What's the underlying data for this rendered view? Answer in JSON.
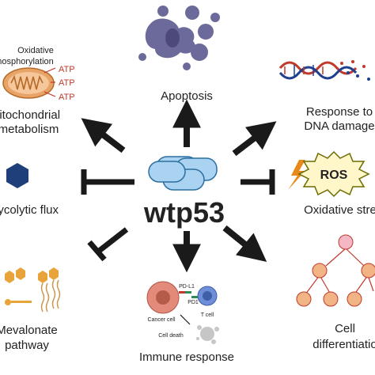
{
  "center": {
    "label": "wtp53"
  },
  "apoptosis": {
    "label": "Apoptosis"
  },
  "mito": {
    "line1": "Oxidative",
    "line2": "hosphorylation",
    "atp": [
      "ATP",
      "ATP",
      "ATP"
    ],
    "title1": "litochondrial",
    "title2": "metabolism"
  },
  "dna": {
    "line1": "Response to",
    "line2": "DNA damage"
  },
  "glyco": {
    "label": "lycolytic flux"
  },
  "oxidative": {
    "ros": "ROS",
    "label": "Oxidative stre"
  },
  "mevalonate": {
    "line1": "Mevalonate",
    "line2": "pathway"
  },
  "immune": {
    "label": "Immune response",
    "pdl1": "PD-L1",
    "pd1": "PD1",
    "cancer": "Cancer cell",
    "tcell": "T cell",
    "death": "Cell death"
  },
  "diff": {
    "line1": "Cell",
    "line2": "differentiatio"
  },
  "colors": {
    "arrow": "#1a1a1a",
    "apoptosis": "#6c6a9a",
    "mito": "#e8a467",
    "atp": "#c0392b",
    "dna_red": "#c0392b",
    "dna_blue": "#1f3f8f",
    "glyco": "#1e3f7a",
    "ros_fill": "#fff6c9",
    "ros_edge": "#6b6b00",
    "lightning": "#e88a1a",
    "mev": "#e8a33a",
    "cancer": "#e38a7a",
    "tcell": "#6e8ed8",
    "diff": "#f2b385",
    "diff_top": "#f3b7c6",
    "center_fill": "#a9d3f0",
    "center_edge": "#2c6fa0"
  }
}
